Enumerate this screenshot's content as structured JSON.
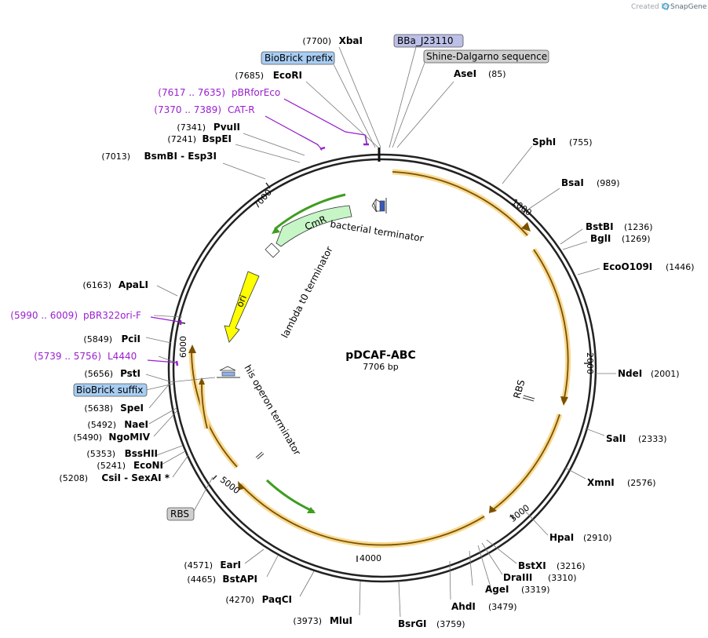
{
  "credit": {
    "prefix": "Created by",
    "brand": "SnapGene"
  },
  "plasmid": {
    "name": "pDCAF-ABC",
    "size_label": "7706 bp",
    "length": 7706
  },
  "ticks": [
    {
      "pos": 1000,
      "label": "1000"
    },
    {
      "pos": 2000,
      "label": "2000"
    },
    {
      "pos": 3000,
      "label": "3000"
    },
    {
      "pos": 4000,
      "label": "4000"
    },
    {
      "pos": 5000,
      "label": "5000"
    },
    {
      "pos": 6000,
      "label": "6000"
    },
    {
      "pos": 7000,
      "label": "7000"
    }
  ],
  "right_sites": [
    {
      "name": "AseI",
      "pos": "(85)"
    },
    {
      "name": "SphI",
      "pos": "(755)"
    },
    {
      "name": "BsaI",
      "pos": "(989)"
    },
    {
      "name": "BstBI",
      "pos": "(1236)"
    },
    {
      "name": "BglI",
      "pos": "(1269)"
    },
    {
      "name": "EcoO109I",
      "pos": "(1446)"
    },
    {
      "name": "NdeI",
      "pos": "(2001)"
    },
    {
      "name": "SalI",
      "pos": "(2333)"
    },
    {
      "name": "XmnI",
      "pos": "(2576)"
    },
    {
      "name": "HpaI",
      "pos": "(2910)"
    },
    {
      "name": "BstXI",
      "pos": "(3216)"
    },
    {
      "name": "DraIII",
      "pos": "(3310)"
    },
    {
      "name": "AgeI",
      "pos": "(3319)"
    },
    {
      "name": "AhdI",
      "pos": "(3479)"
    },
    {
      "name": "BsrGI",
      "pos": "(3759)"
    }
  ],
  "left_sites": [
    {
      "name": "XbaI",
      "pos": "(7700)"
    },
    {
      "name": "EcoRI",
      "pos": "(7685)"
    },
    {
      "name": "PvuII",
      "pos": "(7341)"
    },
    {
      "name": "BspEI",
      "pos": "(7241)"
    },
    {
      "name": "BsmBI  -  Esp3I",
      "pos": "(7013)"
    },
    {
      "name": "ApaLI",
      "pos": "(6163)"
    },
    {
      "name": "PciI",
      "pos": "(5849)"
    },
    {
      "name": "PstI",
      "pos": "(5656)"
    },
    {
      "name": "SpeI",
      "pos": "(5638)"
    },
    {
      "name": "NaeI",
      "pos": "(5492)"
    },
    {
      "name": "NgoMIV",
      "pos": "(5490)"
    },
    {
      "name": "BssHII",
      "pos": "(5353)"
    },
    {
      "name": "EcoNI",
      "pos": "(5241)"
    },
    {
      "name": "CsiI  -  SexAI *",
      "pos": "(5208)"
    },
    {
      "name": "EarI",
      "pos": "(4571)"
    },
    {
      "name": "BstAPI",
      "pos": "(4465)"
    },
    {
      "name": "PaqCI",
      "pos": "(4270)"
    },
    {
      "name": "MluI",
      "pos": "(3973)"
    }
  ],
  "primers": [
    {
      "name": "pBRforEco",
      "range": "(7617 .. 7635)"
    },
    {
      "name": "CAT-R",
      "range": "(7370 .. 7389)"
    },
    {
      "name": "pBR322ori-F",
      "range": "(5990 .. 6009)"
    },
    {
      "name": "L4440",
      "range": "(5739 .. 5756)"
    }
  ],
  "boxed_features": [
    {
      "name": "BBa_J23110",
      "color": "#bcc0e8"
    },
    {
      "name": "BioBrick prefix",
      "color": "#a8cdf3"
    },
    {
      "name": "Shine-Dalgarno sequence",
      "color": "#cfcfcf"
    },
    {
      "name": "BioBrick suffix",
      "color": "#a8cdf3"
    },
    {
      "name": "RBS",
      "color": "#cfcfcf"
    }
  ],
  "inner_features": [
    {
      "name": "CmR",
      "color": "#c6f5c6"
    },
    {
      "name": "ori",
      "color": "#ffff00"
    },
    {
      "name": "bacterial terminator"
    },
    {
      "name": "lambda t0 terminator"
    },
    {
      "name": "his operon terminator"
    },
    {
      "name": "RBS"
    }
  ],
  "colors": {
    "orf": "#f5a623",
    "orf_fill": "#f8e3b8",
    "cmr_arrow": "#3f9d1f",
    "primer": "#9a1fd0"
  }
}
